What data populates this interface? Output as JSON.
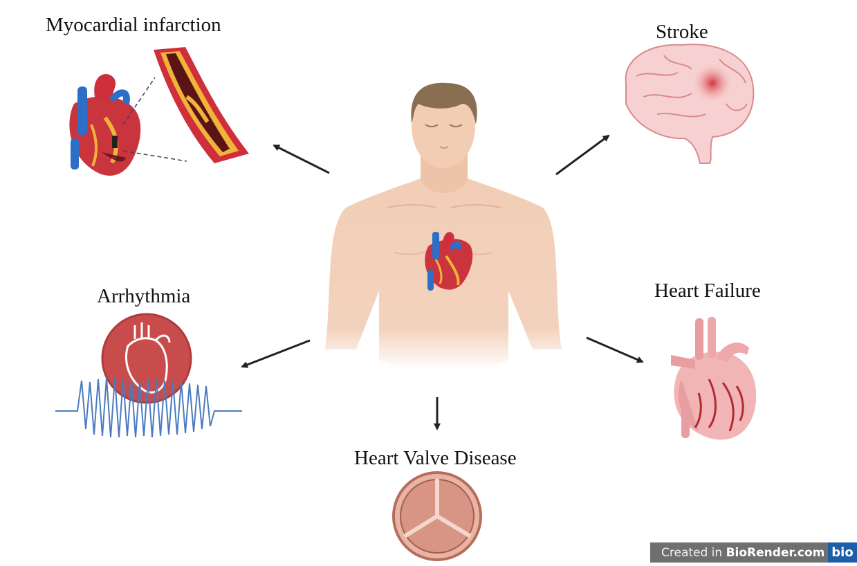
{
  "labels": {
    "myocardial_infarction": "Myocardial infarction",
    "stroke": "Stroke",
    "arrhythmia": "Arrhythmia",
    "heart_failure": "Heart Failure",
    "heart_valve_disease": "Heart Valve Disease"
  },
  "credit": {
    "prefix": "Created in",
    "brand": "BioRender.com",
    "logo": "bio"
  },
  "colors": {
    "arrow": "#222222",
    "skin": "#f2cdb4",
    "vessel_red": "#cf2f3a",
    "vessel_blue": "#2d6fc6",
    "ecg_blue": "#4a7bbf",
    "badge_bg": "#6f6f6f",
    "logo_bg": "#1c5fa8"
  },
  "icons": [
    "human-torso-icon",
    "heart-icon",
    "artery-plaque-icon",
    "brain-icon",
    "ecg-heart-icon",
    "failing-heart-icon",
    "heart-valve-icon"
  ]
}
